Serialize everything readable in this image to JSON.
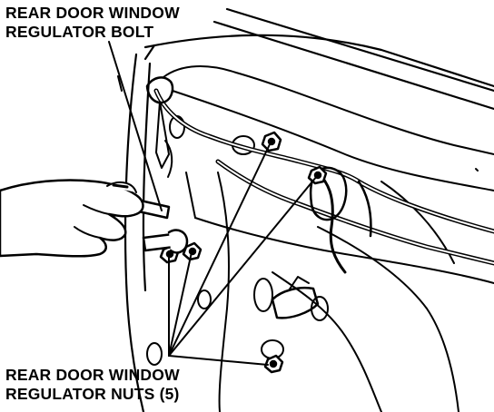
{
  "labels": {
    "bolt": {
      "line1": "REAR DOOR WINDOW",
      "line2": "REGULATOR BOLT"
    },
    "nuts": {
      "line1": "REAR DOOR WINDOW",
      "line2": "REGULATOR NUTS (5)"
    }
  },
  "colors": {
    "ink": "#000000",
    "paper": "#ffffff"
  }
}
